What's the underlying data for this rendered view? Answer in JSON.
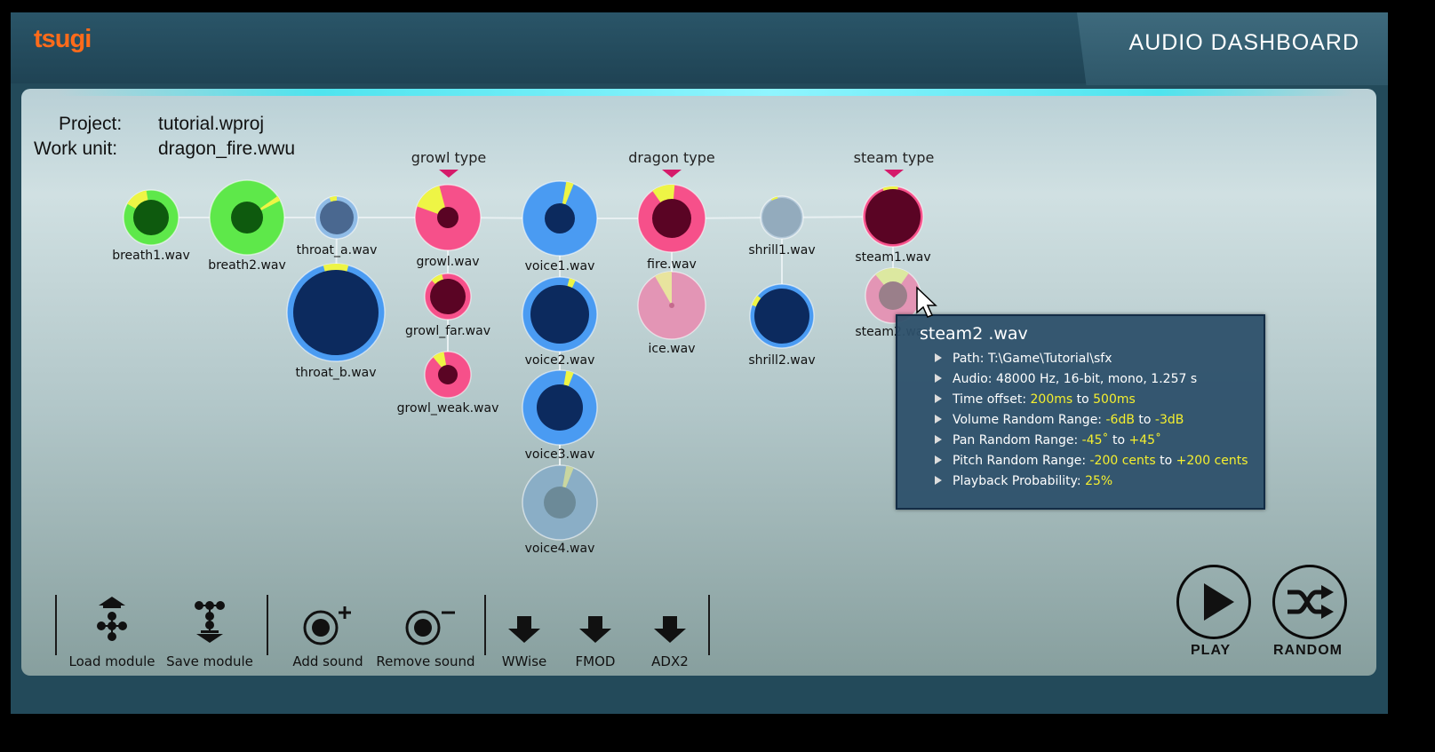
{
  "header": {
    "logo": "tsugi",
    "app_title": "AUDIO DASHBOARD"
  },
  "project": {
    "project_label": "Project:",
    "project_value": "tutorial.wproj",
    "work_unit_label": "Work unit:",
    "work_unit_value": "dragon_fire.wwu"
  },
  "groups": [
    {
      "label": "growl type"
    },
    {
      "label": "dragon type"
    },
    {
      "label": "steam type"
    }
  ],
  "sounds": [
    {
      "name": "breath1.wav",
      "ring": "#5ee84a",
      "core": "#0e5a0e",
      "marker": "#eef545"
    },
    {
      "name": "breath2.wav",
      "ring": "#5ee84a",
      "core": "#0e5a0e",
      "marker": "#eef545"
    },
    {
      "name": "throat_a.wav",
      "ring": "#8fbbe6",
      "core": "#4a6890",
      "marker": "#eef545"
    },
    {
      "name": "throat_b.wav",
      "ring": "#4a9bf2",
      "core": "#0c2a5e",
      "marker": "#eef545"
    },
    {
      "name": "growl.wav",
      "ring": "#f6508a",
      "core": "#5a0424",
      "marker": "#eef545"
    },
    {
      "name": "growl_far.wav",
      "ring": "#f6508a",
      "core": "#5a0424",
      "marker": "#eef545"
    },
    {
      "name": "growl_weak.wav",
      "ring": "#f6508a",
      "core": "#5a0424",
      "marker": "#eef545"
    },
    {
      "name": "voice1.wav",
      "ring": "#4a9bf2",
      "core": "#0c2a5e",
      "marker": "#eef545"
    },
    {
      "name": "voice2.wav",
      "ring": "#4a9bf2",
      "core": "#0c2a5e",
      "marker": "#eef545"
    },
    {
      "name": "voice3.wav",
      "ring": "#4a9bf2",
      "core": "#0c2a5e",
      "marker": "#eef545"
    },
    {
      "name": "voice4.wav",
      "ring": "#8aaec6",
      "core": "#6c8a98",
      "marker": "#c9d6a0"
    },
    {
      "name": "fire.wav",
      "ring": "#f6508a",
      "core": "#5a0424",
      "marker": "#eef545"
    },
    {
      "name": "ice.wav",
      "ring": "#e395b5",
      "core": "#c56a8d",
      "marker": "#e8e49e"
    },
    {
      "name": "shrill1.wav",
      "ring": "#b2c8d8",
      "core": "#93abbd",
      "marker": "#eef545"
    },
    {
      "name": "shrill2.wav",
      "ring": "#4a9bf2",
      "core": "#0c2a5e",
      "marker": "#eef545"
    },
    {
      "name": "steam1.wav",
      "ring": "#f6508a",
      "core": "#5a0424",
      "marker": "#eef545"
    },
    {
      "name": "steam2.wav",
      "ring": "#e395b5",
      "core": "#9a7f8a",
      "marker": "#dce8a0"
    }
  ],
  "tooltip": {
    "title": "steam2 .wav",
    "path_label": "Path:",
    "path_value": "T:\\Game\\Tutorial\\sfx",
    "audio_label": "Audio:",
    "audio_value": "48000 Hz, 16-bit, mono, 1.257 s",
    "time_label": "Time offset:",
    "time_from": "200ms",
    "time_to": "500ms",
    "volume_label": "Volume Random Range:",
    "volume_from": "-6dB",
    "volume_to": "-3dB",
    "pan_label": "Pan Random Range:",
    "pan_from": "-45˚",
    "pan_to": "+45˚",
    "pitch_label": "Pitch Random Range:",
    "pitch_from": "-200 cents",
    "pitch_to": "+200 cents",
    "prob_label": "Playback Probability:",
    "prob_value": "25%",
    "to_word": "to"
  },
  "toolbar": {
    "load_module": "Load module",
    "save_module": "Save module",
    "add_sound": "Add sound",
    "remove_sound": "Remove sound",
    "wwise": "WWise",
    "fmod": "FMOD",
    "adx2": "ADX2"
  },
  "playback": {
    "play": "PLAY",
    "random": "RANDOM"
  },
  "colors": {
    "accent_orange": "#ff6b1a",
    "group_marker": "#d51a6a",
    "highlight_yellow": "#f5ef2f"
  }
}
